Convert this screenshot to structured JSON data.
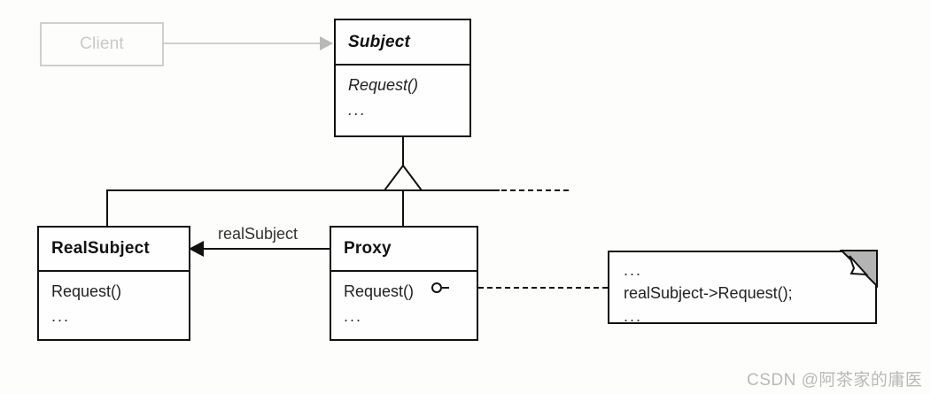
{
  "diagram": {
    "title": "Proxy design pattern UML class diagram",
    "background_color": "#fdfdfb",
    "line_color": "#111111",
    "faded_color": "#cfcfcf"
  },
  "classes": {
    "client": {
      "name": "Client",
      "style": "faded",
      "compartments": []
    },
    "subject": {
      "name": "Subject",
      "abstract": true,
      "operations": [
        "Request()",
        "..."
      ]
    },
    "real_subject": {
      "name": "RealSubject",
      "abstract": false,
      "operations": [
        "Request()",
        "..."
      ]
    },
    "proxy": {
      "name": "Proxy",
      "abstract": false,
      "operations": [
        "Request()",
        "..."
      ]
    }
  },
  "note": {
    "lines": [
      "...",
      "realSubject->Request();",
      "..."
    ]
  },
  "labels": {
    "association_real_subject": "realSubject"
  },
  "watermark": {
    "text": "CSDN @阿茶家的庸医"
  }
}
